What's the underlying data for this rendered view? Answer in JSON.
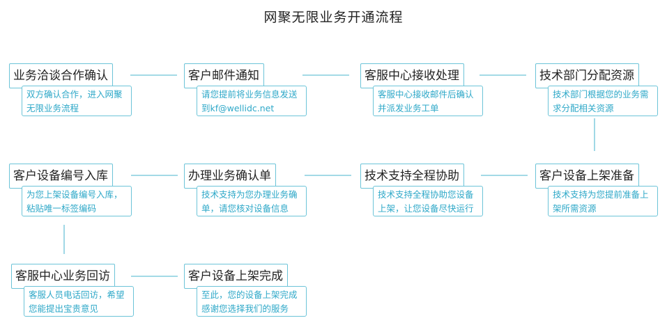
{
  "title": "网聚无限业务开通流程",
  "steps": [
    {
      "title": "业务洽谈合作确认",
      "desc": "双方确认合作，进入网聚无限业务流程"
    },
    {
      "title": "客户邮件通知",
      "desc": "请您提前将业务信息发送到kf@wellidc.net"
    },
    {
      "title": "客服中心接收处理",
      "desc": "客服中心接收邮件后确认并派发业务工单"
    },
    {
      "title": "技术部门分配资源",
      "desc": "技术部门根据您的业务需求分配相关资源"
    },
    {
      "title": "客户设备上架准备",
      "desc": "技术支持为您提前准备上架所需资源"
    },
    {
      "title": "技术支持全程协助",
      "desc": "技术支持全程协助您设备上架，让您设备尽快运行"
    },
    {
      "title": "办理业务确认单",
      "desc": "技术支持为您办理业务确单，请您核对设备信息"
    },
    {
      "title": "客户设备编号入库",
      "desc": "为您上架设备编号入库，粘贴唯一标签编码"
    },
    {
      "title": "客服中心业务回访",
      "desc": "客服人员电话回访，希望您能提出宝贵意见"
    },
    {
      "title": "客户设备上架完成",
      "desc": "至此，您的设备上架完成感谢您选择我们的服务"
    }
  ],
  "colors": {
    "border": "#6cc4d8",
    "desc_text": "#2ea8c8",
    "title_text": "#222222"
  }
}
